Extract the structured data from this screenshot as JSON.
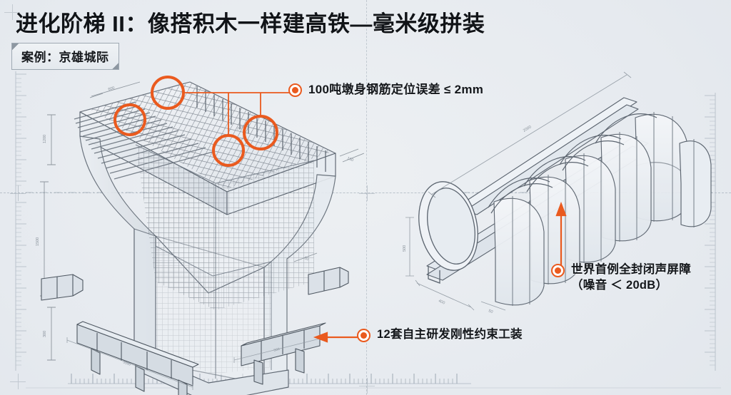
{
  "slide": {
    "title": "进化阶梯 II：像搭积木一样建高铁—毫米级拼装",
    "case_badge": "案例：京雄城际",
    "background_color": "#e8ecf0",
    "accent_color": "#ea5a1e",
    "ink_color": "#565f6a"
  },
  "annotations": [
    {
      "id": "rebar-accuracy",
      "text": "100吨墩身钢筋定位误差 ≤ 2mm",
      "marker": "dot-marker",
      "highlight_shape": "circle",
      "highlight_count": 4
    },
    {
      "id": "sound-barrier",
      "text": "世界首例全封闭声屏障\n（噪音 ＜ 20dB）",
      "marker": "dot-marker",
      "highlight_shape": "arrow-up"
    },
    {
      "id": "rigid-restraint-tooling",
      "text": "12套自主研发刚性约束工装",
      "marker": "dot-marker",
      "highlight_shape": "arrow-left"
    }
  ],
  "drawings": [
    {
      "id": "pier-rebar-cage",
      "caption_dims": [
        "600",
        "7000",
        "1200",
        "1500",
        "300",
        "160",
        "2800",
        "50"
      ],
      "type": "isometric-cad"
    },
    {
      "id": "enclosed-sound-barrier",
      "caption_dims": [
        "2000",
        "500",
        "400",
        "50"
      ],
      "type": "isometric-cad"
    },
    {
      "id": "rigid-restraint-jigs",
      "caption_dims": [
        "3500",
        "500",
        "50"
      ],
      "type": "isometric-cad"
    }
  ],
  "rulers": {
    "left": "vertical-scale",
    "right": "vertical-scale",
    "bottom": "horizontal-scale"
  }
}
